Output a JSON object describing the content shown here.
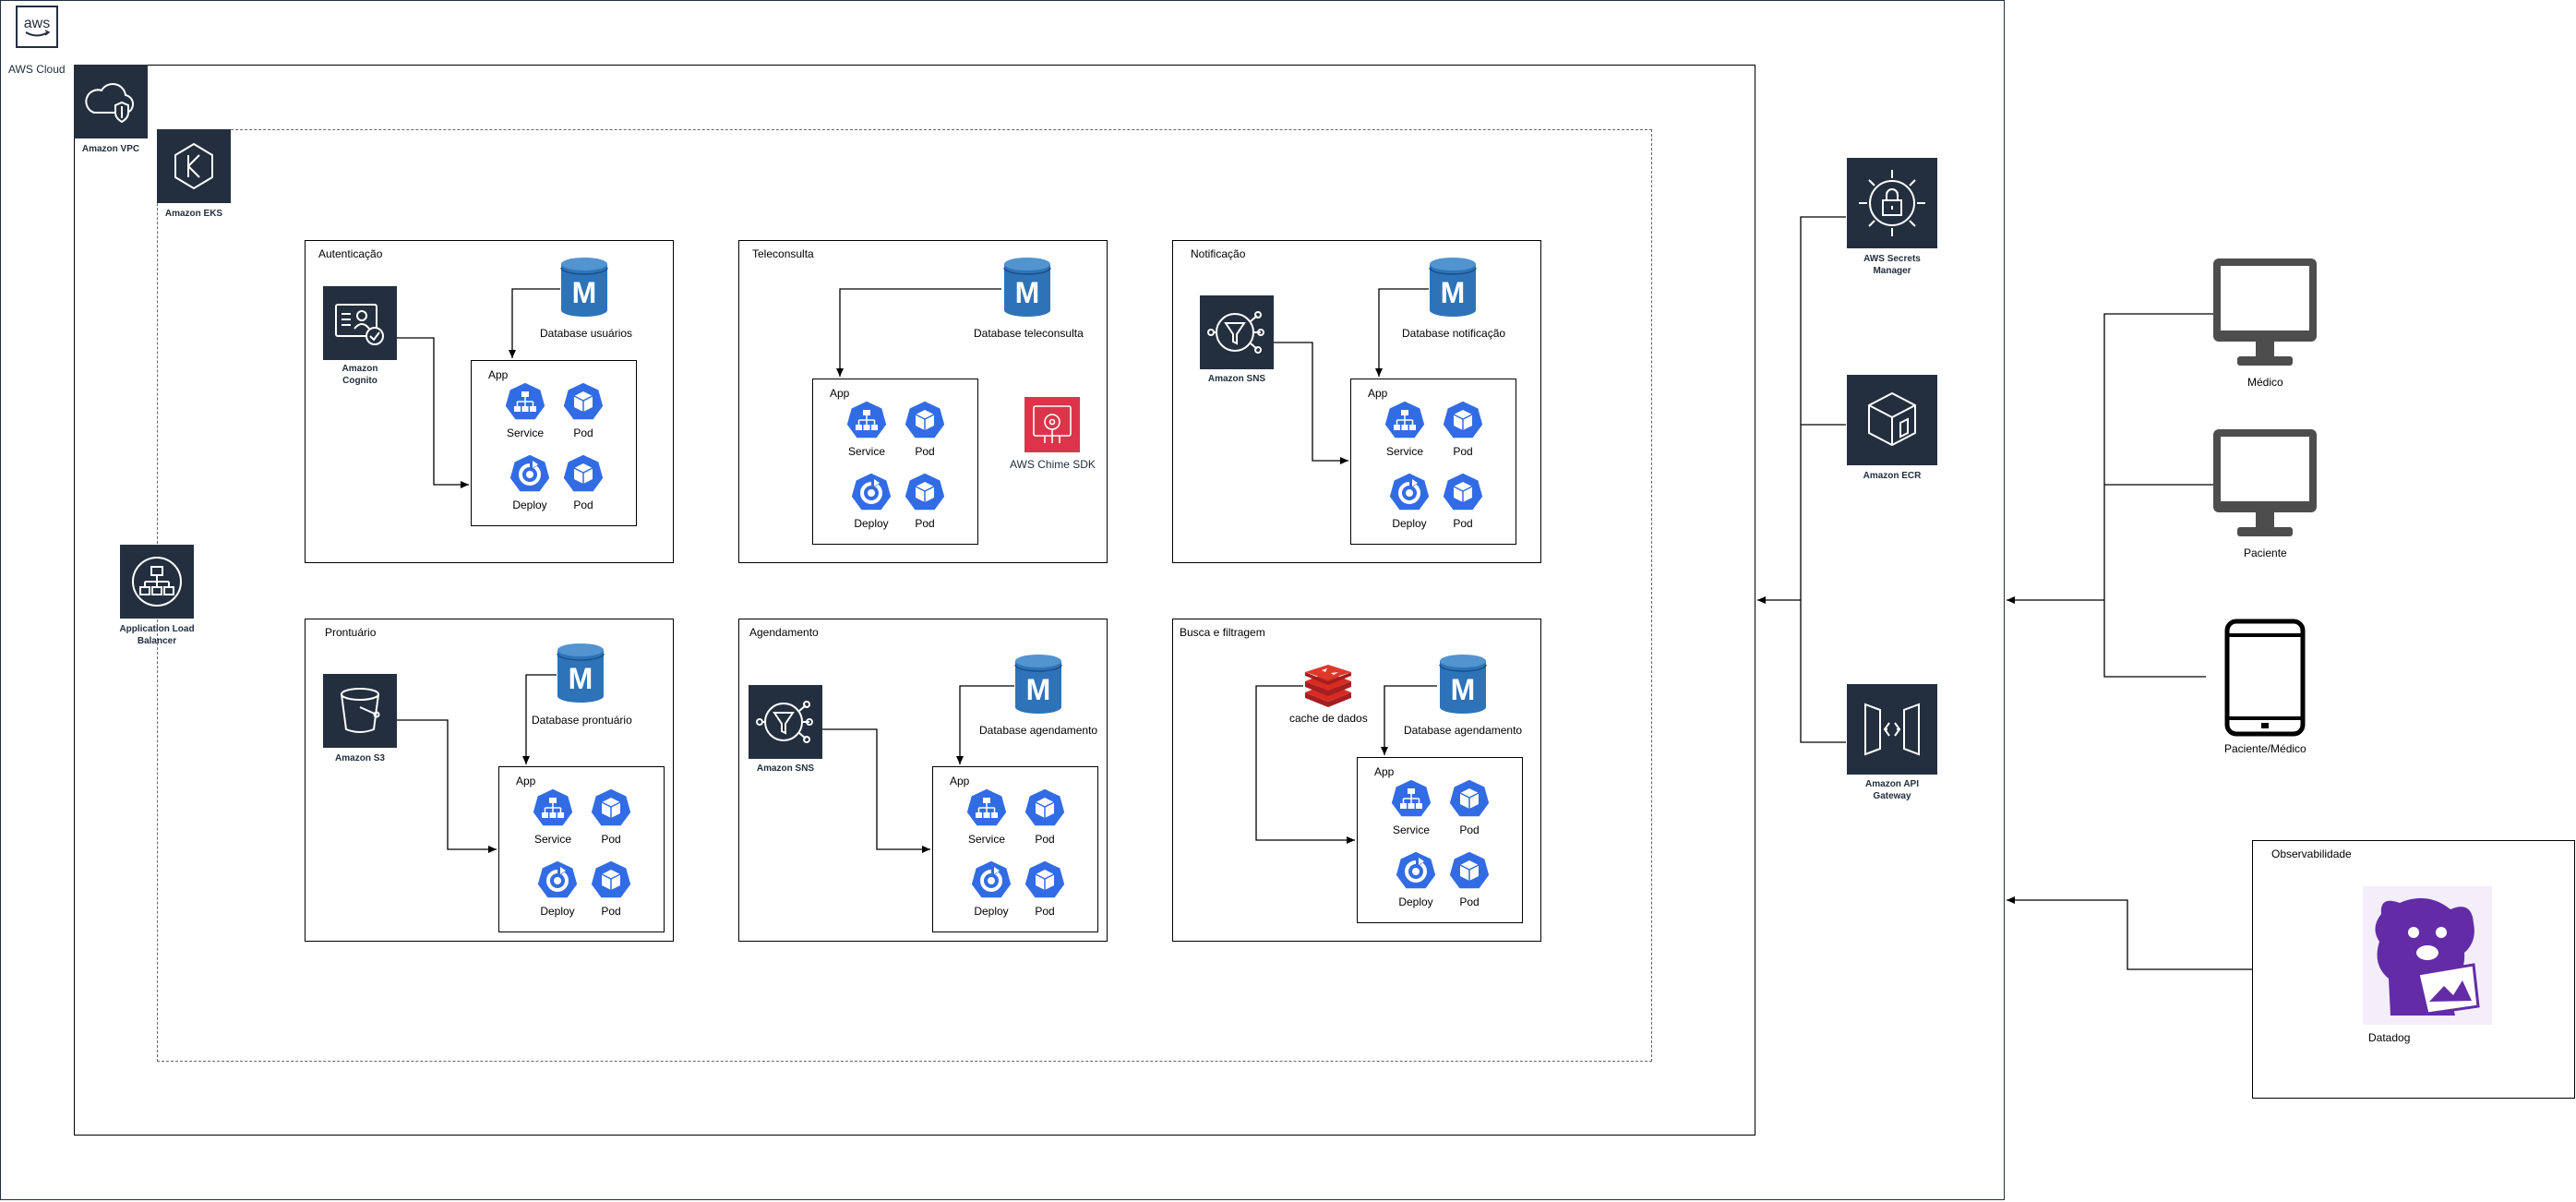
{
  "aws_cloud_label": "AWS Cloud",
  "vpc_label": "Amazon VPC",
  "eks_label": "Amazon EKS",
  "alb_label": "Application Load Balancer",
  "clusters": {
    "autenticacao": {
      "title": "Autenticação",
      "service_label": "Amazon Cognito",
      "db_label": "Database usuários",
      "app": {
        "title": "App",
        "service": "Service",
        "pod1": "Pod",
        "deploy": "Deploy",
        "pod2": "Pod"
      }
    },
    "teleconsulta": {
      "title": "Teleconsulta",
      "db_label": "Database teleconsulta",
      "chime_label": "AWS Chime SDK",
      "app": {
        "title": "App",
        "service": "Service",
        "pod1": "Pod",
        "deploy": "Deploy",
        "pod2": "Pod"
      }
    },
    "notificacao": {
      "title": "Notificação",
      "service_label": "Amazon SNS",
      "db_label": "Database notificação",
      "app": {
        "title": "App",
        "service": "Service",
        "pod1": "Pod",
        "deploy": "Deploy",
        "pod2": "Pod"
      }
    },
    "prontuario": {
      "title": "Prontuário",
      "service_label": "Amazon S3",
      "db_label": "Database prontuário",
      "app": {
        "title": "App",
        "service": "Service",
        "pod1": "Pod",
        "deploy": "Deploy",
        "pod2": "Pod"
      }
    },
    "agendamento": {
      "title": "Agendamento",
      "service_label": "Amazon SNS",
      "db_label": "Database agendamento",
      "app": {
        "title": "App",
        "service": "Service",
        "pod1": "Pod",
        "deploy": "Deploy",
        "pod2": "Pod"
      }
    },
    "busca": {
      "title": "Busca e filtragem",
      "cache_label": "cache de dados",
      "db_label": "Database agendamento",
      "app": {
        "title": "App",
        "service": "Service",
        "pod1": "Pod",
        "deploy": "Deploy",
        "pod2": "Pod"
      }
    }
  },
  "right_services": {
    "secrets_manager": "AWS Secrets Manager",
    "ecr": "Amazon ECR",
    "api_gateway": "Amazon API Gateway"
  },
  "clients": {
    "medico": "Médico",
    "paciente": "Paciente",
    "paciente_medico": "Paciente/Médico"
  },
  "observability": {
    "title": "Observabilidade",
    "datadog_label": "Datadog"
  },
  "colors": {
    "aws_dark": "#232f3e",
    "k8s_blue": "#326ce5",
    "db_blue": "#2e73b8",
    "chime_red": "#dd344c",
    "redis_red": "#c41e2a",
    "datadog_purple": "#632ca6",
    "client_gray": "#4d4d4d"
  }
}
